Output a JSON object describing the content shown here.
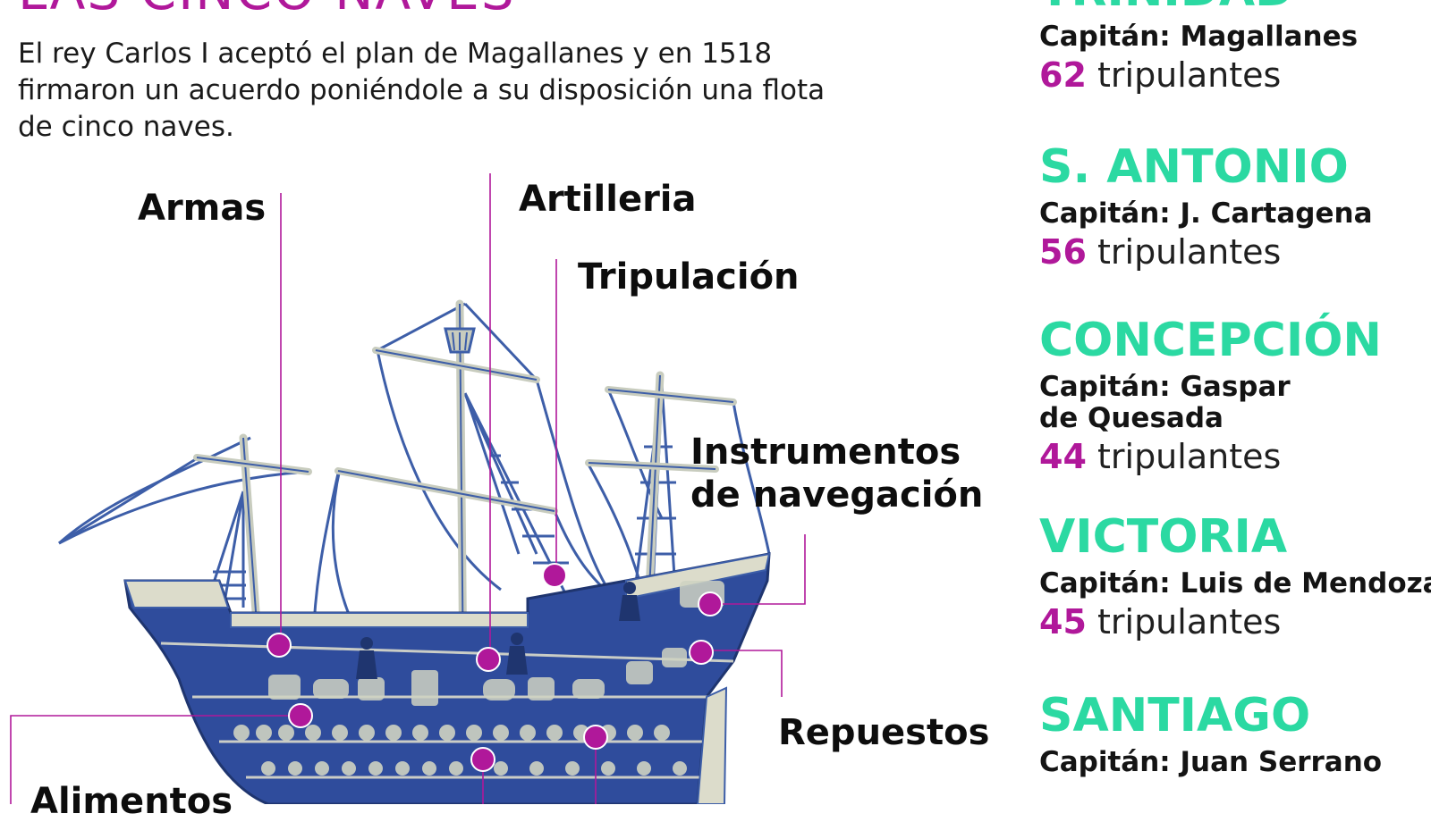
{
  "header": {
    "title": "LAS CINCO NAVES",
    "intro": "El rey Carlos I aceptó el plan de Magallanes y en 1518 firmaron un acuerdo poniéndole a su disposición una flota de cinco naves."
  },
  "diagram": {
    "labels": {
      "armas": "Armas",
      "artilleria": "Artilleria",
      "tripulacion": "Tripulación",
      "instrumentos_line1": "Instrumentos",
      "instrumentos_line2": "de navegación",
      "repuestos": "Repuestos",
      "alimentos": "Alimentos"
    }
  },
  "ships": [
    {
      "name": "TRINIDAD",
      "captain": "Capitán: Magallanes",
      "crew_count": "62",
      "crew_unit": "tripulantes"
    },
    {
      "name": "S. ANTONIO",
      "captain": "Capitán: J. Cartagena",
      "crew_count": "56",
      "crew_unit": "tripulantes"
    },
    {
      "name": "CONCEPCIÓN",
      "captain": "Capitán: Gaspar de Quesada",
      "crew_count": "44",
      "crew_unit": "tripulantes"
    },
    {
      "name": "VICTORIA",
      "captain": "Capitán: Luis de Mendoza",
      "crew_count": "45",
      "crew_unit": "tripulantes"
    },
    {
      "name": "SANTIAGO",
      "captain": "Capitán: Juan Serrano",
      "crew_count": "",
      "crew_unit": ""
    }
  ],
  "colors": {
    "accent_magenta": "#b0189a",
    "ship_name_green": "#2bd9a2",
    "hull_blue": "#2f4c9c",
    "wood_beige": "#dcdccb"
  }
}
